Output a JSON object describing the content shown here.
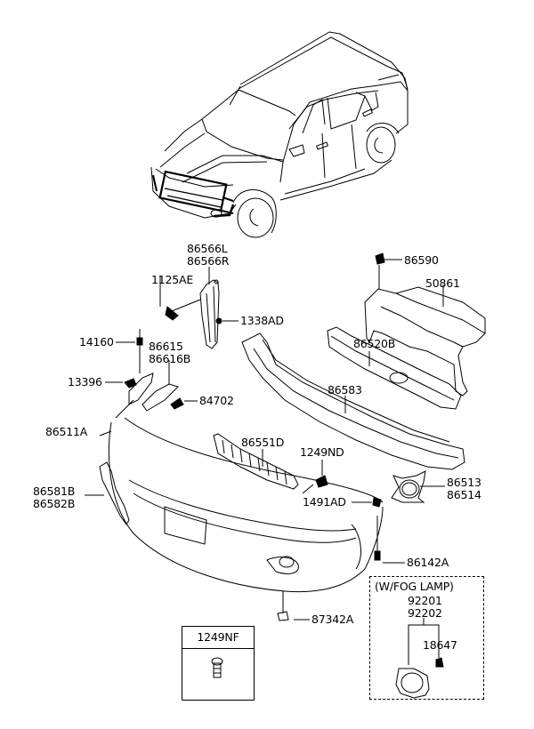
{
  "diagram": {
    "type": "exploded-parts-diagram",
    "subject": "Front bumper assembly",
    "line_color": "#000000",
    "background": "#ffffff"
  },
  "parts": {
    "p86566": [
      "86566L",
      "86566R"
    ],
    "p1125AE": "1125AE",
    "p1338AD": "1338AD",
    "p86590": "86590",
    "p50861": "50861",
    "p14160": "14160",
    "p86615": [
      "86615",
      "86616B"
    ],
    "p86520B": "86520B",
    "p13396": "13396",
    "p84702": "84702",
    "p86583": "86583",
    "p86511A": "86511A",
    "p86551D": "86551D",
    "p1249ND": "1249ND",
    "p86513": [
      "86513",
      "86514"
    ],
    "p86581B": [
      "86581B",
      "86582B"
    ],
    "p1491AD": "1491AD",
    "p86142A": "86142A",
    "p87342A": "87342A"
  },
  "inset_box": {
    "part": "1249NF"
  },
  "fog_lamp_box": {
    "title": "(W/FOG LAMP)",
    "lamp": [
      "92201",
      "92202"
    ],
    "clip": "18647"
  }
}
